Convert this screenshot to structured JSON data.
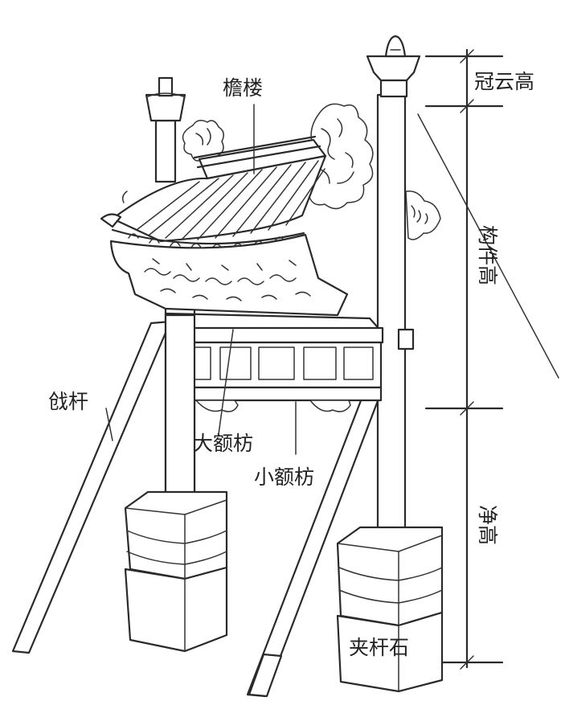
{
  "labels": {
    "roof": "檐楼",
    "crown_height": "冠云高",
    "member_height": "构件高",
    "clear_height": "净高",
    "brace": "戗杆",
    "big_beam": "大额枋",
    "small_beam": "小额枋",
    "clamp_stone": "夹杆石"
  },
  "colors": {
    "ink": "#2a2a2a",
    "paper": "#ffffff"
  }
}
